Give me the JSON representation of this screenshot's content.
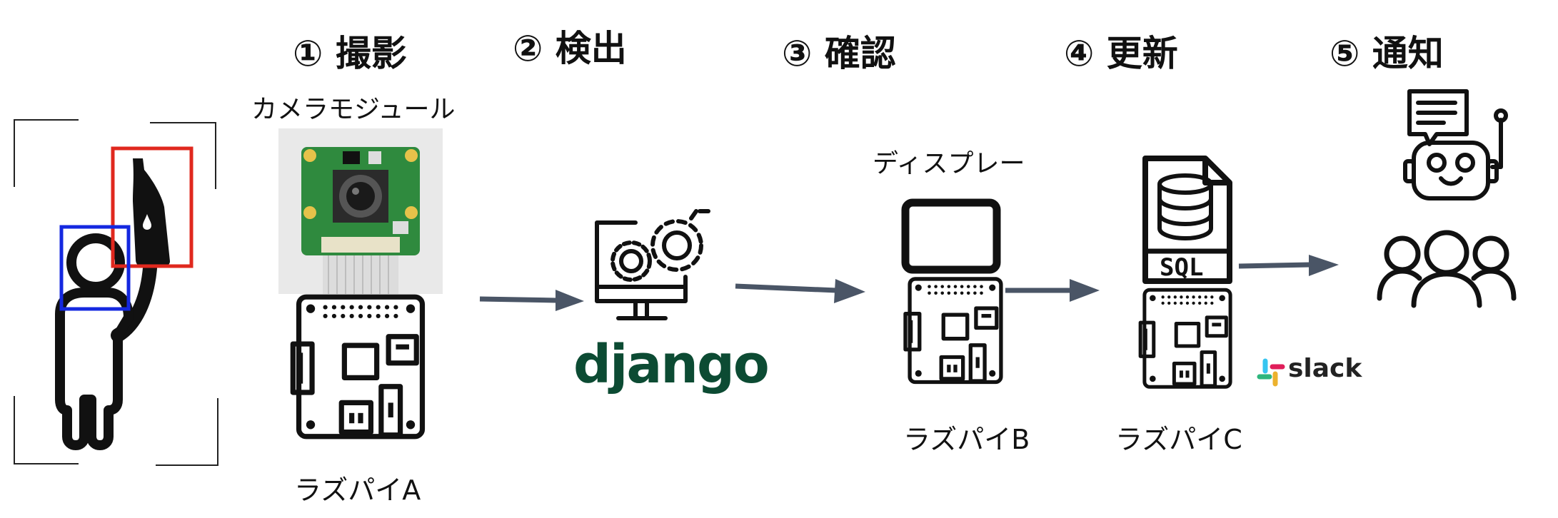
{
  "steps": [
    {
      "label": "① 撮影"
    },
    {
      "label": "② 検出"
    },
    {
      "label": "③ 確認"
    },
    {
      "label": "④ 更新"
    },
    {
      "label": "⑤ 通知"
    }
  ],
  "labels": {
    "camera_module": "カメラモジュール",
    "display": "ディスプレー",
    "pi_a": "ラズパイA",
    "pi_b": "ラズパイB",
    "pi_c": "ラズパイC"
  },
  "logos": {
    "django": "django",
    "slack": "slack",
    "sql": "SQL"
  },
  "colors": {
    "arrow": "#4a5566",
    "person_box": "#1428e0",
    "bottle_box": "#e0281e",
    "django_green": "#0c4b33",
    "pcb_green": "#2f8a3e"
  }
}
